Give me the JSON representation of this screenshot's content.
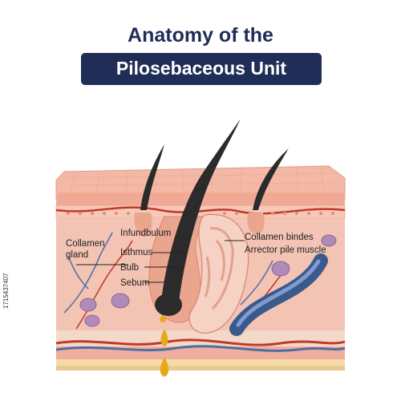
{
  "title": {
    "line1": "Anatomy of the",
    "line2": "Pilosebaceous Unit"
  },
  "labels": {
    "collamen_gland_1": "Collamen",
    "collamen_gland_2": "gland",
    "infundibulum": "Infundbulum",
    "isthmus": "Isthmus",
    "bulb": "Bulb",
    "sebum": "Sebum",
    "collamen_bindes": "Collamen bindes",
    "arrector_pile_muscle": "Arrector pile muscle"
  },
  "watermark": "1715437407",
  "colors": {
    "title_navy": "#1f2d57",
    "skin_top": "#f3b6a4",
    "dermis": "#f2c1b1",
    "hair": "#2b2b2b",
    "sebum": "#e8a81c",
    "vein_blue": "#4e6ea3",
    "artery_red": "#c0392b",
    "fat_yellow": "#f5dba6"
  }
}
